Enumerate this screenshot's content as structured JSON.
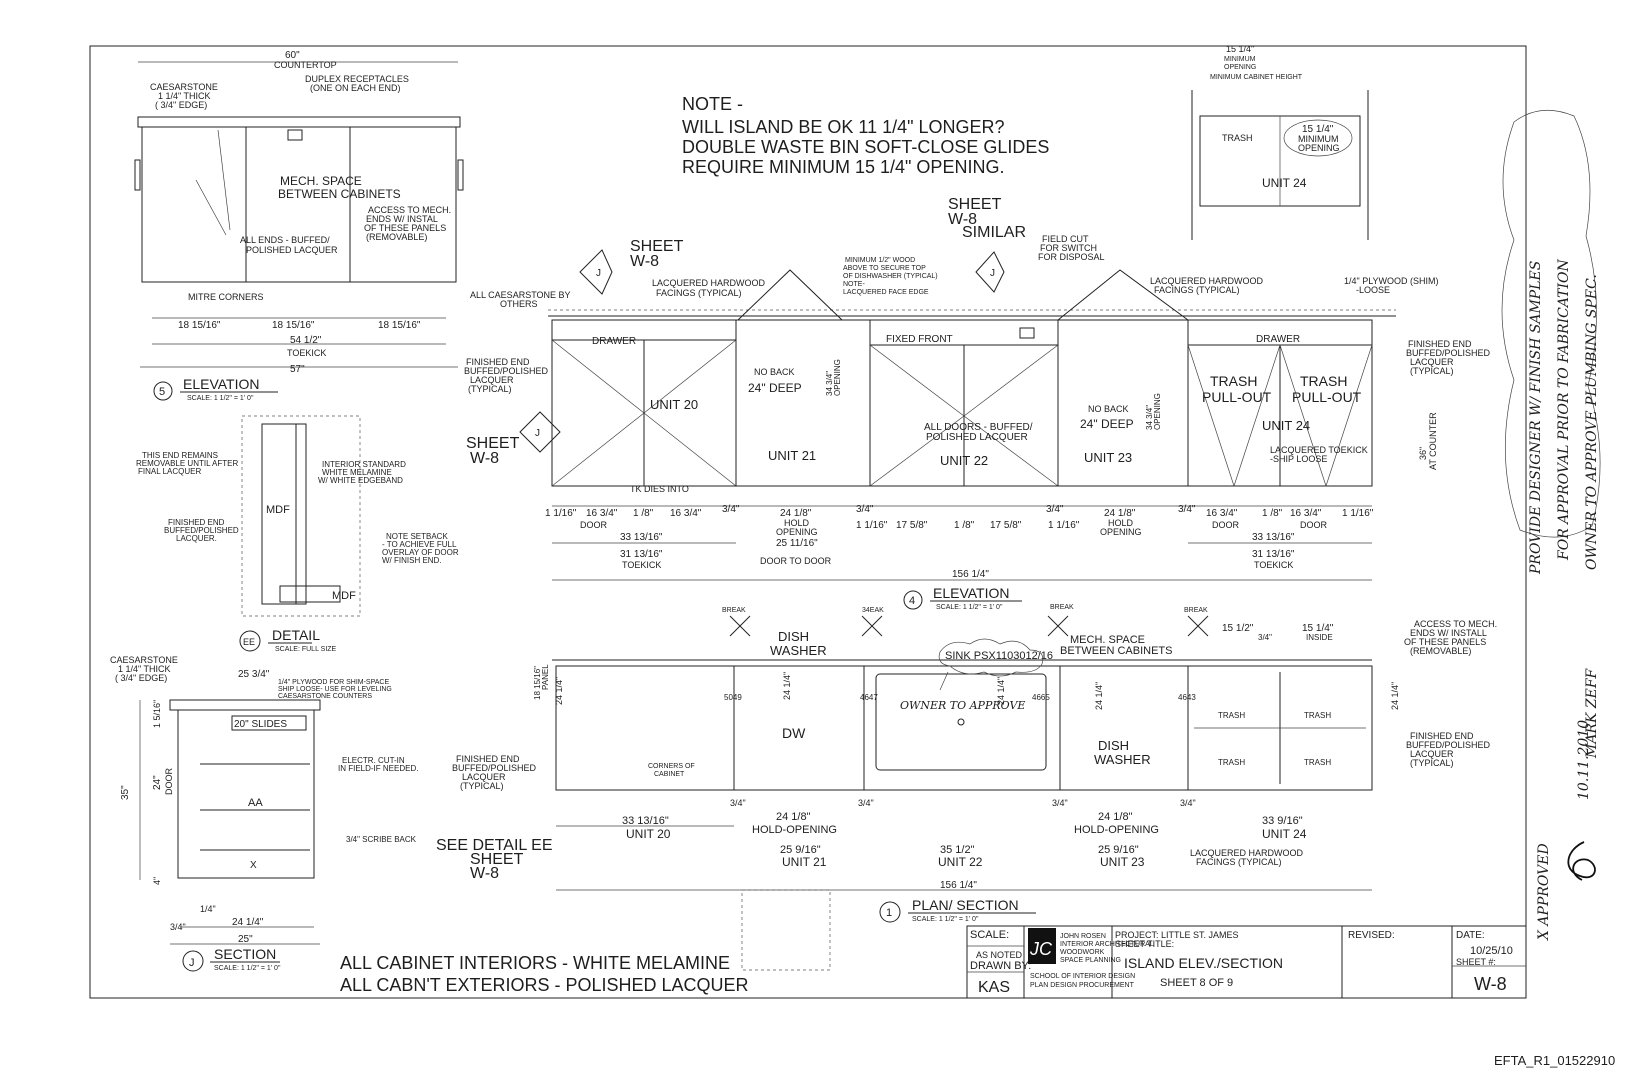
{
  "note": {
    "heading": "NOTE -",
    "line1": "WILL ISLAND BE OK 11 1/4\" LONGER?",
    "line2": "DOUBLE WASTE BIN SOFT-CLOSE GLIDES",
    "line3": "REQUIRE MINIMUM 15 1/4\" OPENING."
  },
  "elev5": {
    "top_dim": "60\"",
    "countertop": "COUNTERTOP",
    "caesar1": "CAESARSTONE",
    "caesar2": "1 1/4\" THICK",
    "caesar3": "( 3/4\" EDGE)",
    "duplex1": "DUPLEX RECEPTACLES",
    "duplex2": "(ONE ON EACH END)",
    "mech1": "MECH. SPACE",
    "mech2": "BETWEEN CABINETS",
    "access1": "ACCESS TO MECH.",
    "access2": "ENDS W/ INSTAL",
    "access3": "OF THESE PANELS",
    "access4": "(REMOVABLE)",
    "ends1": "ALL ENDS - BUFFED/",
    "ends2": "POLISHED LACQUER",
    "mitre": "MITRE CORNERS",
    "d1": "18 15/16\"",
    "d2": "18 15/16\"",
    "d3": "18 15/16\"",
    "d4": "54 1/2\"",
    "toekick": "TOEKICK",
    "d5": "57\"",
    "num": "5",
    "title": "ELEVATION",
    "scale": "SCALE: 1 1/2\" = 1' 0\""
  },
  "detail": {
    "remains1": "THIS END REMAINS",
    "remains2": "REMOVABLE UNTIL AFTER",
    "remains3": "FINAL LACQUER",
    "interior1": "INTERIOR STANDARD",
    "interior2": "WHITE MELAMINE",
    "interior3": "W/ WHITE EDGEBAND",
    "fin1": "FINISHED END",
    "fin2": "BUFFED/POLISHED",
    "fin3": "LACQUER.",
    "setback1": "NOTE SETBACK",
    "setback2": "- TO ACHIEVE FULL",
    "setback3": "OVERLAY OF DOOR",
    "setback4": "W/ FINISH END.",
    "mdf1": "MDF",
    "mdf2": "MDF",
    "num": "EE",
    "title": "DETAIL",
    "scale": "SCALE: FULL SIZE"
  },
  "section": {
    "caesar1": "CAESARSTONE",
    "caesar2": "1 1/4\" THICK",
    "caesar3": "( 3/4\" EDGE)",
    "top_dim": "25 3/4\"",
    "ply1": "1/4\" PLYWOOD FOR SHIM-SPACE",
    "ply2": "SHIP LOOSE- USE FOR LEVELING",
    "ply3": "CAESARSTONE COUNTERS",
    "slides": "20\" SLIDES",
    "electr1": "ELECTR. CUT-IN",
    "electr2": "IN FIELD-IF NEEDED.",
    "aa": "AA",
    "scribe": "3/4\" SCRIBE BACK",
    "h35": "35\"",
    "h24": "24\"",
    "door": "DOOR",
    "h1": "1 5/16\"",
    "h4": "4\"",
    "w1": "1/4\"",
    "w34": "3/4\"",
    "w24": "24 1/4\"",
    "w25": "25\"",
    "x": "X",
    "num": "J",
    "title": "SECTION",
    "scale": "SCALE: 1 1/2\" = 1' 0\""
  },
  "elev4": {
    "sheet1": "SHEET",
    "sheet1b": "W-8",
    "sheet2": "SHEET",
    "sheet2b": "W-8",
    "sheet2c": "SIMILAR",
    "sheet3": "SHEET",
    "sheet3b": "W-8",
    "flag1": "J",
    "flag2": "J",
    "flag3": "J",
    "lacq1a": "LACQUERED HARDWOOD",
    "lacq1b": "FACINGS (TYPICAL)",
    "min1": "MINIMUM 1/2\" WOOD",
    "min2": "ABOVE TO SECURE TOP",
    "min3": "OF DISHWASHER (TYPICAL)",
    "note1": "NOTE-",
    "note2": "LACQUERED FACE EDGE",
    "field1": "FIELD CUT",
    "field2": "FOR SWITCH",
    "field3": "FOR DISPOSAL",
    "lacq2a": "LACQUERED HARDWOOD",
    "lacq2b": "FACINGS (TYPICAL)",
    "ply1": "1/4\" PLYWOOD (SHIM)",
    "ply2": "-LOOSE",
    "allcaesar1": "ALL CAESARSTONE BY",
    "allcaesar2": "OTHERS",
    "fin_l1": "FINISHED END",
    "fin_l2": "BUFFED/POLISHED",
    "fin_l3": "LACQUER",
    "fin_l4": "(TYPICAL)",
    "fin_r1": "FINISHED END",
    "fin_r2": "BUFFED/POLISHED",
    "fin_r3": "LACQUER",
    "fin_r4": "(TYPICAL)",
    "drawer1": "DRAWER",
    "unit20": "UNIT 20",
    "noback1": "NO BACK",
    "deep1": "24\" DEEP",
    "open1": "34 3/4\"",
    "open1b": "OPENING",
    "unit21": "UNIT 21",
    "fixed": "FIXED FRONT",
    "doors1": "ALL DOORS - BUFFED/",
    "doors2": "POLISHED LACQUER",
    "unit22": "UNIT 22",
    "noback2": "NO BACK",
    "deep2": "24\" DEEP",
    "open2": "34 3/4\"",
    "open2b": "OPENING",
    "unit23": "UNIT 23",
    "drawer2": "DRAWER",
    "trash1a": "TRASH",
    "trash1b": "PULL-OUT",
    "trash2a": "TRASH",
    "trash2b": "PULL-OUT",
    "unit24": "UNIT 24",
    "toekick1": "LACQUERED TOEKICK",
    "toekick2": "-SHIP LOOSE",
    "counter1": "36\"",
    "counter2": "AT COUNTER",
    "tk": "TK DIES INTO",
    "d_a": "1 1/16\"",
    "d_b": "16 3/4\"",
    "d_c": "1 /8\"",
    "d_d": "16 3/4\"",
    "door": "DOOR",
    "d_e": "3/4\"",
    "d_f": "24 1/8\"",
    "hold1": "HOLD",
    "opening": "OPENING",
    "d_g": "3/4\"",
    "d_h": "1 1/16\"",
    "d_i": "17 5/8\"",
    "d_j": "1 /8\"",
    "d_k": "17 5/8\"",
    "d_l": "1 1/16\"",
    "d_m": "3/4\"",
    "d_n": "24 1/8\"",
    "d_o": "3/4\"",
    "d_p": "16 3/4\"",
    "d_q": "1 /8\"",
    "d_r": "16 3/4\"",
    "d_s": "1 1/16\"",
    "d_t": "33 13/16\"",
    "d_u": "31 13/16\"",
    "tk1": "TOEKICK",
    "d_v": "25 11/16\"",
    "dtd": "DOOR TO DOOR",
    "d_w": "33 13/16\"",
    "d_x": "31 13/16\"",
    "tk2": "TOEKICK",
    "total": "156 1/4\"",
    "num": "4",
    "title": "ELEVATION",
    "scale": "SCALE: 1 1/2\" = 1' 0\"",
    "brk": "BREAK"
  },
  "plan": {
    "break1": "BREAK",
    "break2": "34EAK",
    "break3": "BREAK",
    "dish1": "DISH",
    "dish2": "WASHER",
    "sink": "SINK PSX1103012/16",
    "mech1": "MECH. SPACE",
    "mech2": "BETWEEN CABINETS",
    "d15": "15 1/2\"",
    "d34": "3/4\"",
    "d154": "15 1/4\"",
    "inside": "INSIDE",
    "access1": "ACCESS TO MECH.",
    "access2": "ENDS W/ INSTALL",
    "access3": "OF THESE PANELS",
    "access4": "(REMOVABLE)",
    "n1": "5049",
    "n2": "4647",
    "n3": "4665",
    "n4": "4643",
    "panel1": "18 15/16\"",
    "panel2": "PANEL",
    "d241": "24 1/4\"",
    "dw": "DW",
    "dw24": "24 1/4\"",
    "sink24": "24 1/4\"",
    "dish3": "DISH",
    "dish4": "WASHER",
    "d244": "24 1/4\"",
    "trash1": "TRASH",
    "trash2": "TRASH",
    "trash3": "TRASH",
    "trash4": "TRASH",
    "d245": "24 1/4\"",
    "fin1": "FINISHED END",
    "fin2": "BUFFED/POLISHED",
    "fin3": "LACQUER",
    "fin4": "(TYPICAL)",
    "fin5": "FINISHED END",
    "fin6": "BUFFED/POLISHED",
    "fin7": "LACQUER",
    "fin8": "(TYPICAL)",
    "corners1": "CORNERS OF",
    "corners2": "CABINET",
    "u20a": "33 13/16\"",
    "u20b": "UNIT 20",
    "u21a": "24 1/8\"",
    "u21b": "HOLD-OPENING",
    "u21c": "25 9/16\"",
    "u21d": "UNIT 21",
    "u22a": "35 1/2\"",
    "u22b": "UNIT 22",
    "u23a": "24 1/8\"",
    "u23b": "HOLD-OPENING",
    "u23c": "25 9/16\"",
    "u23d": "UNIT 23",
    "u24a": "33 9/16\"",
    "u24b": "UNIT 24",
    "lacq1": "LACQUERED HARDWOOD",
    "lacq2": "FACINGS (TYPICAL)",
    "see1": "SEE DETAIL EE",
    "see2": "SHEET",
    "see3": "W-8",
    "s34a": "3/4\"",
    "s34b": "3/4\"",
    "s34c": "3/4\"",
    "s34d": "3/4\"",
    "total": "156 1/4\"",
    "num": "1",
    "title": "PLAN/ SECTION",
    "scale": "SCALE: 1 1/2\" = 1' 0\""
  },
  "trash_detail": {
    "d1": "15 1/4\"",
    "d2": "MINIMUM",
    "d3": "OPENING",
    "min": "MINIMUM CABINET HEIGHT",
    "trash": "TRASH",
    "c1": "15 1/4\"",
    "c2": "MINIMUM",
    "c3": "OPENING",
    "unit": "UNIT 24"
  },
  "bottom": {
    "line1": "ALL CABINET INTERIORS - WHITE MELAMINE",
    "line2": "ALL CABN'T EXTERIORS - POLISHED LACQUER"
  },
  "title_block": {
    "scale_label": "SCALE:",
    "scale_val": "AS NOTED",
    "drawn_label": "DRAWN BY:",
    "drawn_val": "KAS",
    "logo": "JC",
    "company1": "JOHN ROSEN",
    "company2": "INTERIOR ARCHITECTURAL",
    "company3": "WOODWORK",
    "company4": "SPACE PLANNING",
    "company5": "SCHOOL OF INTERIOR DESIGN",
    "company6": "PLAN DESIGN PROCUREMENT",
    "project_label": "PROJECT: LITTLE ST. JAMES",
    "sheet_title_label": "SHEET TITLE:",
    "sheet_title": "ISLAND ELEV./SECTION",
    "sheet_of": "SHEET 8 OF 9",
    "revised": "REVISED:",
    "date_label": "DATE:",
    "date_val": "10/25/10",
    "sheet_no_label": "SHEET #:",
    "sheet_no": "W-8"
  },
  "handwritten": {
    "cloud1": "PROVIDE DESIGNER W/ FINISH SAMPLES",
    "cloud2": "FOR APPROVAL PRIOR TO FABRICATION",
    "cloud3": "OWNER TO APPROVE PLUMBING SPEC.",
    "owner": "OWNER TO APPROVE",
    "approved": "X APPROVED",
    "date": "10.11.2010",
    "name": "MARK ZEFF"
  },
  "footer_id": "EFTA_R1_01522910"
}
